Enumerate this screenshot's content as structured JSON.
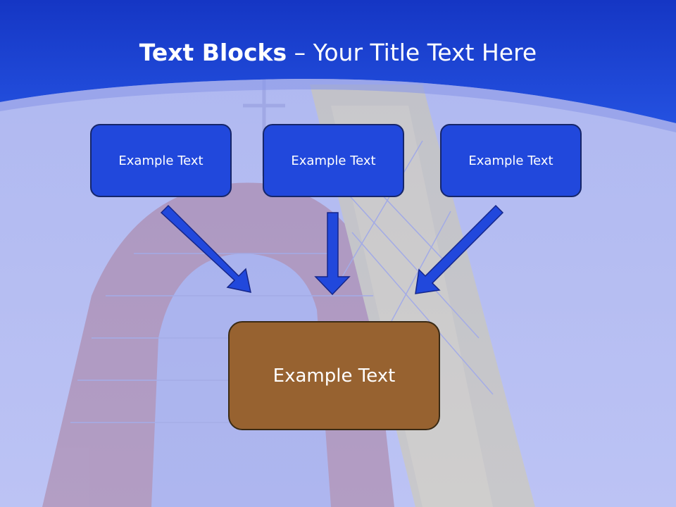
{
  "slide": {
    "title_bold": "Text Blocks",
    "title_dash": " – ",
    "title_rest": "Your Title Text Here"
  },
  "blocks": {
    "top": [
      {
        "label": "Example Text"
      },
      {
        "label": "Example Text"
      },
      {
        "label": "Example Text"
      }
    ],
    "main": {
      "label": "Example Text"
    }
  },
  "colors": {
    "header_blue": "#1c45d8",
    "box_blue": "#2148dc",
    "box_brown": "#976230",
    "arrow_blue": "#2148dc",
    "background_lavender": "#b8c0f2"
  }
}
